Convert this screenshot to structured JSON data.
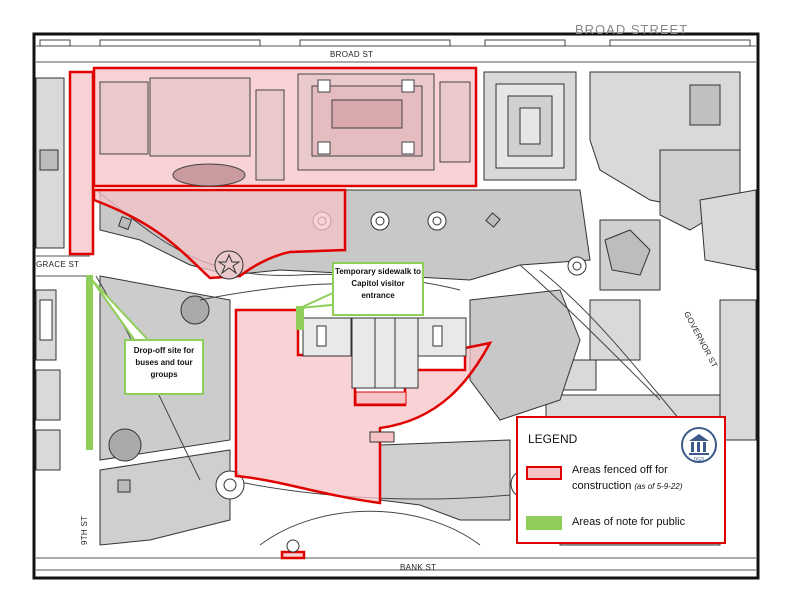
{
  "streets": {
    "north": "BROAD ST",
    "north_faded": "BROAD STREET",
    "west": "GRACE ST",
    "east": "GOVERNOR ST",
    "southwest": "9TH ST",
    "south": "BANK ST"
  },
  "callouts": {
    "sidewalk": "Temporary sidewalk to Capitol visitor entrance",
    "dropoff": "Drop-off site for buses and tour groups"
  },
  "legend": {
    "title": "LEGEND",
    "fenced_label": "Areas fenced off for construction",
    "fenced_note": "(as of 5-9-22)",
    "public_label": "Areas of note for public",
    "seal_text": "DGS"
  },
  "colors": {
    "fenced_fill": "#f5c3c6",
    "fenced_border": "#e00000",
    "public": "#8fce5a",
    "building": "#d9d9d9",
    "lawn": "#c8c8c8"
  },
  "icons": [
    "star-monument-icon",
    "fountain-icon",
    "agency-seal-icon"
  ]
}
